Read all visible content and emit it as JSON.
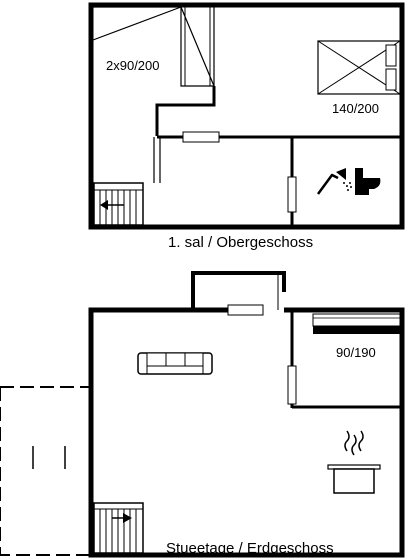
{
  "upper_floor": {
    "caption": "1. sal / Obergeschoss",
    "bed_left_label": "2x90/200",
    "bed_right_label": "140/200"
  },
  "ground_floor": {
    "caption": "Stueetage / Erdgeschoss",
    "bed_label": "90/190"
  },
  "icons": [
    "bed-icon",
    "shower-icon",
    "toilet-icon",
    "sofa-icon",
    "cooking-pot-icon",
    "stairs-icon"
  ]
}
